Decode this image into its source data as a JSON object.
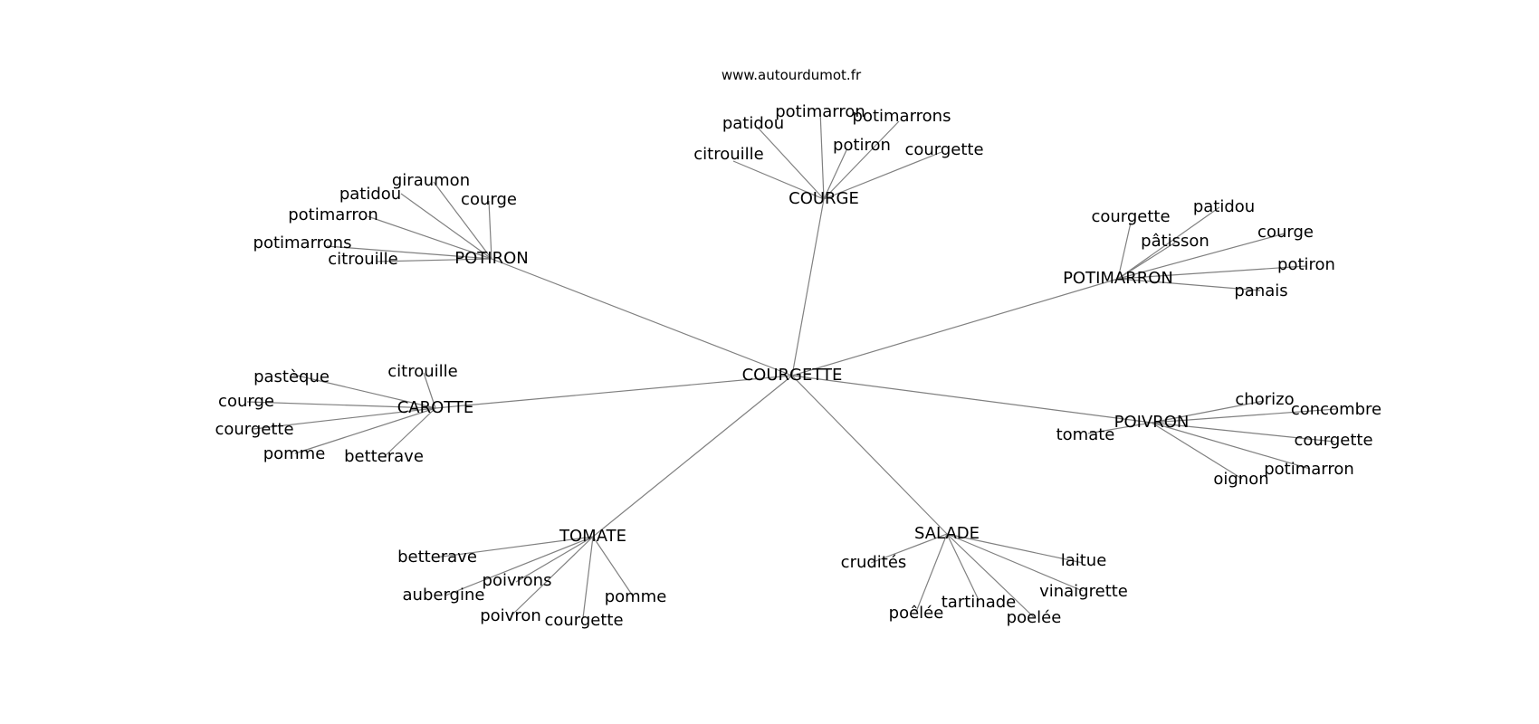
{
  "site_label": "www.autourdumot.fr",
  "center": {
    "id": "COURGETTE",
    "label": "COURGETTE"
  },
  "hubs": [
    {
      "id": "COURGE",
      "label": "COURGE",
      "leaves": [
        "citrouille",
        "patidou",
        "potimarron",
        "potimarrons",
        "potiron",
        "courgette"
      ]
    },
    {
      "id": "POTIRON",
      "label": "POTIRON",
      "leaves": [
        "giraumon",
        "patidou",
        "courge",
        "potimarron",
        "potimarrons",
        "citrouille"
      ]
    },
    {
      "id": "POTIMARRON",
      "label": "POTIMARRON",
      "leaves": [
        "courgette",
        "patidou",
        "pâtisson",
        "courge",
        "potiron",
        "panais"
      ]
    },
    {
      "id": "CAROTTE",
      "label": "CAROTTE",
      "leaves": [
        "citrouille",
        "pastèque",
        "courge",
        "courgette",
        "pomme",
        "betterave"
      ]
    },
    {
      "id": "POIVRON",
      "label": "POIVRON",
      "leaves": [
        "chorizo",
        "concombre",
        "tomate",
        "courgette",
        "potimarron",
        "oignon"
      ]
    },
    {
      "id": "TOMATE",
      "label": "TOMATE",
      "leaves": [
        "betterave",
        "poivrons",
        "aubergine",
        "poivron",
        "courgette",
        "pomme"
      ]
    },
    {
      "id": "SALADE",
      "label": "SALADE",
      "leaves": [
        "crudités",
        "laitue",
        "vinaigrette",
        "tartinade",
        "poêlée",
        "poelée"
      ]
    }
  ]
}
